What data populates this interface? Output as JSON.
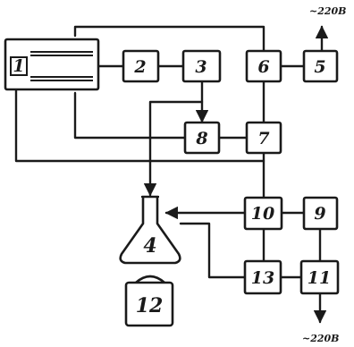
{
  "blocks": [
    {
      "id": "1",
      "label": "1"
    },
    {
      "id": "2",
      "label": "2"
    },
    {
      "id": "3",
      "label": "3"
    },
    {
      "id": "4",
      "label": "4"
    },
    {
      "id": "5",
      "label": "5"
    },
    {
      "id": "6",
      "label": "6"
    },
    {
      "id": "7",
      "label": "7"
    },
    {
      "id": "8",
      "label": "8"
    },
    {
      "id": "9",
      "label": "9"
    },
    {
      "id": "10",
      "label": "10"
    },
    {
      "id": "11",
      "label": "11"
    },
    {
      "id": "12",
      "label": "12"
    },
    {
      "id": "13",
      "label": "13"
    }
  ],
  "supply": {
    "top": "~220В",
    "bottom": "~220В"
  }
}
